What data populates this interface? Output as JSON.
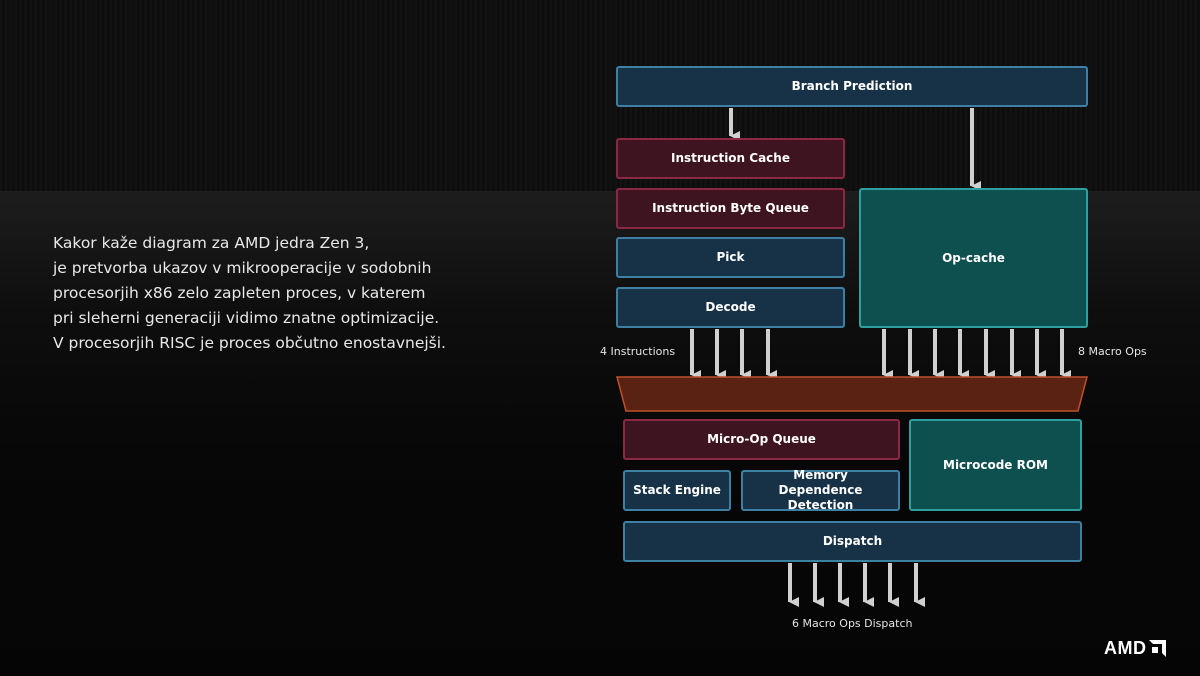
{
  "text_lines": [
    "Kakor kaže diagram za AMD jedra Zen 3,",
    "je pretvorba ukazov v mikrooperacije v sodobnih",
    "procesorjih x86 zelo zapleten proces, v katerem",
    "pri sleherni generaciji vidimo znatne optimizacije.",
    "V procesorjih RISC je proces občutno enostavnejši."
  ],
  "diagram": {
    "branch_prediction": "Branch Prediction",
    "instruction_cache": "Instruction Cache",
    "instruction_byte_queue": "Instruction Byte Queue",
    "pick": "Pick",
    "decode": "Decode",
    "op_cache": "Op-cache",
    "four_instructions": "4 Instructions",
    "eight_macro_ops": "8 Macro Ops",
    "micro_op_queue": "Micro-Op Queue",
    "microcode_rom": "Microcode ROM",
    "stack_engine": "Stack Engine",
    "memory_dependence_detection": "Memory Dependence Detection",
    "dispatch": "Dispatch",
    "six_macro_ops_dispatch": "6 Macro Ops Dispatch"
  },
  "logo": {
    "text": "AMD",
    "icon": "amd-arrow-icon"
  },
  "colors": {
    "blue_fill": "#173247",
    "blue_border": "#3e7fa4",
    "red_fill": "#3f1421",
    "red_border": "#8b2944",
    "teal_fill": "#0e5050",
    "teal_border": "#2fa0a0",
    "mux_fill": "#5a2212",
    "mux_border": "#c0502a",
    "arrow": "#d0d0d0"
  }
}
